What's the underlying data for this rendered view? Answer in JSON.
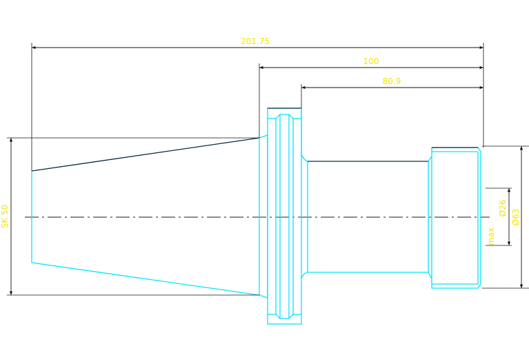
{
  "drawing": {
    "dimensions": {
      "total_length": "201.75",
      "length_100": "100",
      "length_80_9": "80.9",
      "taper_size": "SK 50",
      "max_bore_prefix": "max",
      "max_bore": "Ø26",
      "outer_diameter": "Ø63"
    },
    "colors": {
      "background": "#ffffff",
      "outline": "#00e5ff",
      "top_edges": "#0a2a3a",
      "dimension_lines": "#111111",
      "dimension_text": "#f2e600",
      "centerline": "#1a1a1a"
    }
  }
}
